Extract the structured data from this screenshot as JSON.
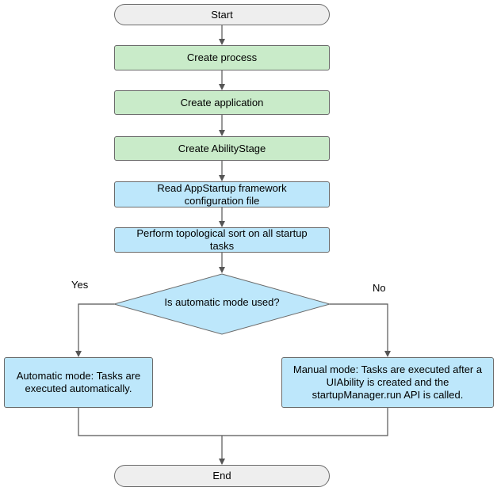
{
  "colors": {
    "terminal_fill": "#eeeeee",
    "process_green_fill": "#c9ebc9",
    "process_blue_fill": "#bde7fb",
    "decision_fill": "#bde7fb",
    "stroke": "#6b6b6b",
    "arrow": "#555555"
  },
  "nodes": {
    "start": "Start",
    "create_process": "Create process",
    "create_application": "Create application",
    "create_abilitystage": "Create AbilityStage",
    "read_config_line1": "Read AppStartup framework",
    "read_config_line2": "configuration file",
    "topo_sort_line1": "Perform topological sort on all startup",
    "topo_sort_line2": "tasks",
    "decision": "Is automatic mode used?",
    "auto_mode_line1": "Automatic mode: Tasks are",
    "auto_mode_line2": "executed automatically.",
    "manual_mode_line1": "Manual mode: Tasks are executed after a",
    "manual_mode_line2": "UIAbility is created and the",
    "manual_mode_line3": "startupManager.run API is called.",
    "end": "End"
  },
  "branch_labels": {
    "yes": "Yes",
    "no": "No"
  }
}
